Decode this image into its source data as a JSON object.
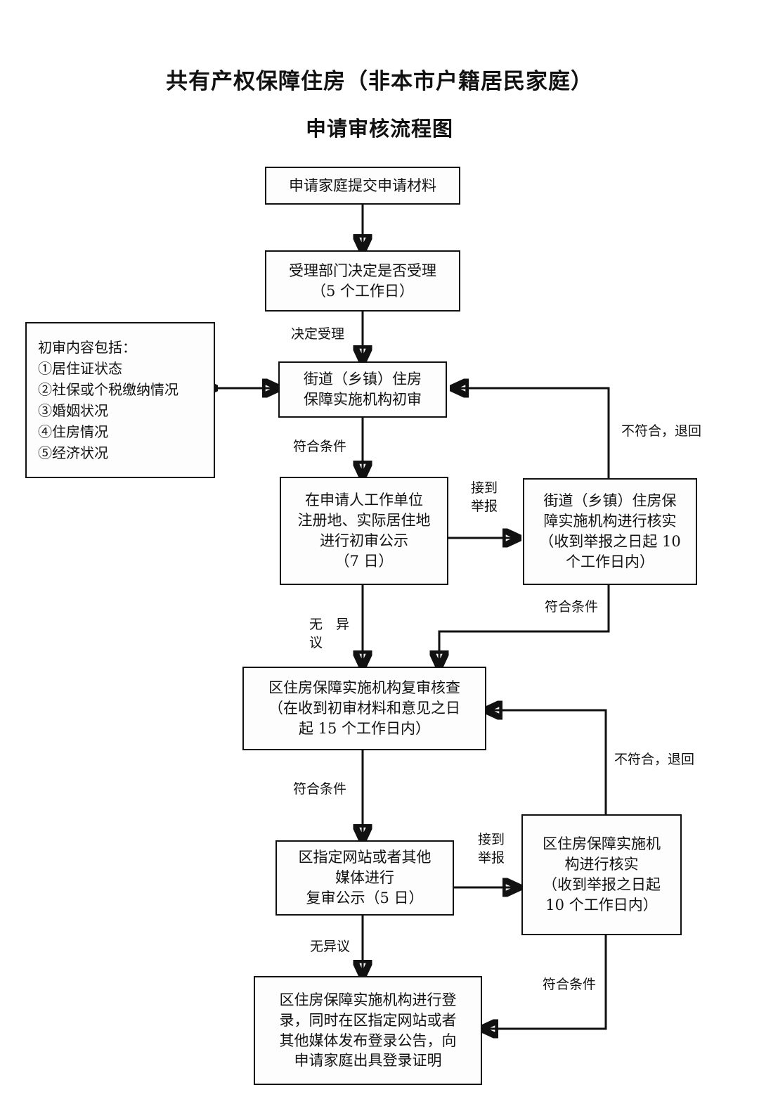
{
  "title": {
    "line1": "共有产权保障住房（非本市户籍居民家庭）",
    "line2": "申请审核流程图"
  },
  "nodes": {
    "submit": {
      "lines": [
        "申请家庭提交申请材料"
      ]
    },
    "accept": {
      "lines": [
        "受理部门决定是否受理",
        "（5 个工作日）"
      ]
    },
    "criteria": {
      "lines": [
        "初审内容包括：",
        "①居住证状态",
        "②社保或个税缴纳情况",
        "③婚姻状况",
        "④住房情况",
        "⑤经济状况"
      ]
    },
    "street_review": {
      "lines": [
        "街道（乡镇）住房",
        "保障实施机构初审"
      ]
    },
    "first_publicity": {
      "lines": [
        "在申请人工作单位",
        "注册地、实际居住地",
        "进行初审公示",
        "（7 日）"
      ]
    },
    "street_verify": {
      "lines": [
        "街道（乡镇）住房保",
        "障实施机构进行核实",
        "（收到举报之日起 10",
        "个工作日内）"
      ]
    },
    "district_review": {
      "lines": [
        "区住房保障实施机构复审核查",
        "（在收到初审材料和意见之日",
        "起 15 个工作日内）"
      ]
    },
    "second_publicity": {
      "lines": [
        "区指定网站或者其他",
        "媒体进行",
        "复审公示（5 日）"
      ]
    },
    "district_verify": {
      "lines": [
        "区住房保障实施机",
        "构进行核实",
        "（收到举报之日起",
        "10 个工作日内）"
      ]
    },
    "registration": {
      "lines": [
        "区住房保障实施机构进行登",
        "录，同时在区指定网站或者",
        "其他媒体发布登录公告，向",
        "申请家庭出具登录证明"
      ]
    }
  },
  "edge_labels": {
    "decide_accept": "决定受理",
    "meets_conditions_1": "符合条件",
    "not_meet_return_1": "不符合，退回",
    "report_received_1_l1": "接到",
    "report_received_1_l2": "举报",
    "meets_conditions_2": "符合条件",
    "no_objection_1_l1": "无　异",
    "no_objection_1_l2": "议",
    "meets_conditions_3": "符合条件",
    "not_meet_return_2": "不符合，退回",
    "report_received_2_l1": "接到",
    "report_received_2_l2": "举报",
    "no_objection_2": "无异议",
    "meets_conditions_4": "符合条件"
  },
  "colors": {
    "ink": "#111111",
    "page": "#ffffff",
    "box_fill": "#fdfdfd"
  }
}
